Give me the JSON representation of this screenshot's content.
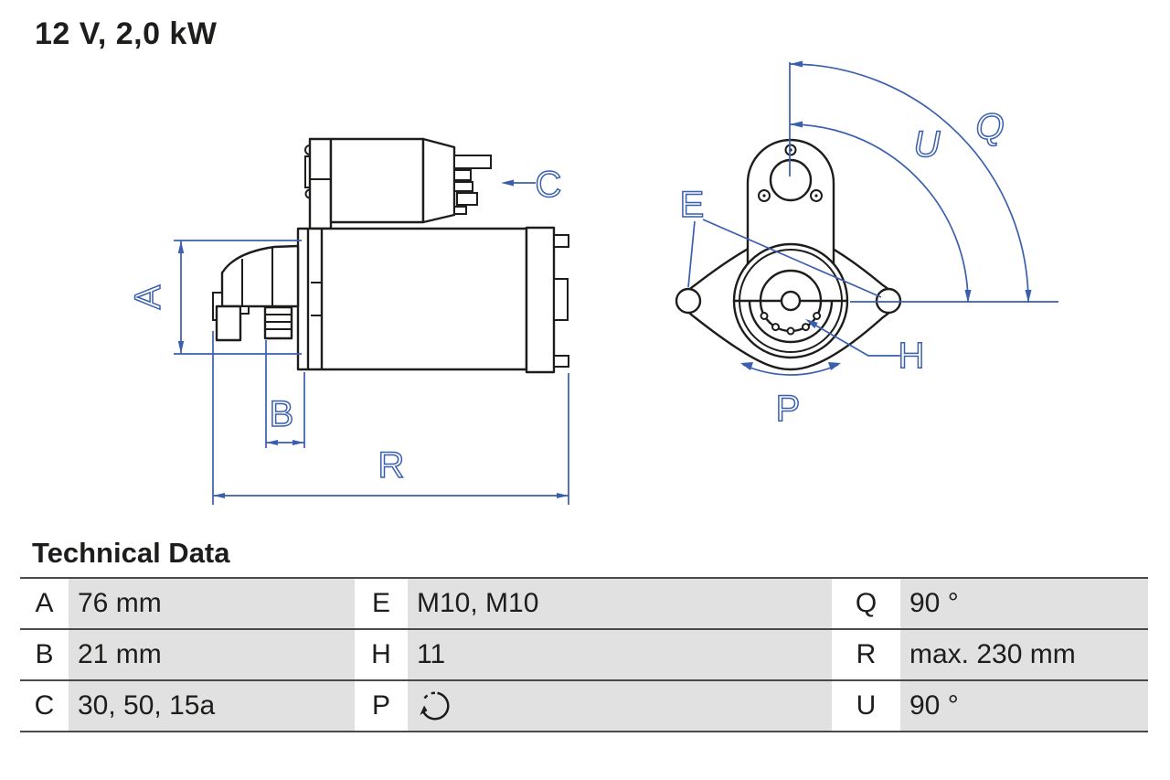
{
  "page": {
    "title": "12 V, 2,0 kW"
  },
  "colors": {
    "dimension_blue": "#3A5FAE",
    "drawing_black": "#1D1D1B",
    "table_cell_gray": "#E1E1E1",
    "table_rule_gray": "#4A4A4A"
  },
  "diagram": {
    "side_view": {
      "labels": {
        "a": "A",
        "b": "B",
        "c": "C",
        "r": "R"
      }
    },
    "front_view": {
      "labels": {
        "e": "E",
        "h": "H",
        "p": "P",
        "q": "Q",
        "u": "U"
      }
    }
  },
  "table": {
    "heading": "Technical Data",
    "rows": [
      {
        "col1_label": "A",
        "col1_value": "76 mm",
        "col2_label": "E",
        "col2_value": "M10, M10",
        "col3_label": "Q",
        "col3_value": "90 °"
      },
      {
        "col1_label": "B",
        "col1_value": "21 mm",
        "col2_label": "H",
        "col2_value": "11",
        "col3_label": "R",
        "col3_value": "max. 230 mm"
      },
      {
        "col1_label": "C",
        "col1_value": "30, 50, 15a",
        "col2_label": "P",
        "col2_value_icon": "counterclockwise-rotation-icon",
        "col3_label": "U",
        "col3_value": "90 °"
      }
    ]
  }
}
